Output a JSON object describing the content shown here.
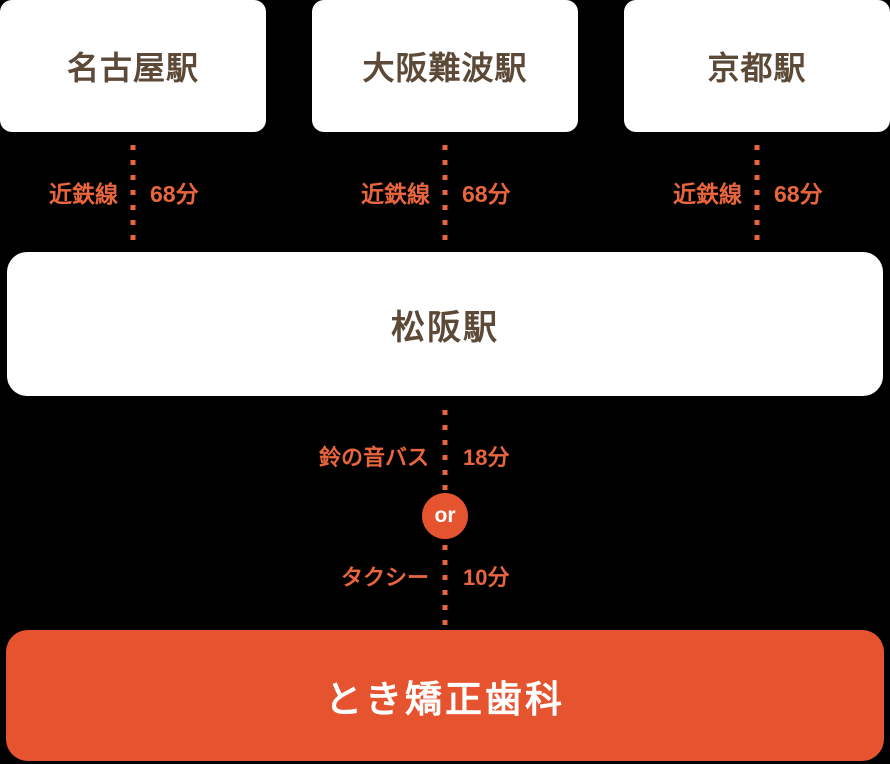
{
  "stations": [
    {
      "name": "名古屋駅",
      "line": "近鉄線",
      "duration": "68分"
    },
    {
      "name": "大阪難波駅",
      "line": "近鉄線",
      "duration": "68分"
    },
    {
      "name": "京都駅",
      "line": "近鉄線",
      "duration": "68分"
    }
  ],
  "hub": {
    "name": "松阪駅"
  },
  "final_legs": [
    {
      "mode": "鈴の音バス",
      "duration": "18分"
    },
    {
      "mode": "タクシー",
      "duration": "10分"
    }
  ],
  "or_label": "or",
  "destination": {
    "name": "とき矯正歯科"
  },
  "colors": {
    "background": "#000000",
    "box": "#ffffff",
    "station_text": "#5c4937",
    "accent_label": "#e9653e",
    "accent_fill": "#e6542f",
    "destination_text": "#ffffff"
  }
}
